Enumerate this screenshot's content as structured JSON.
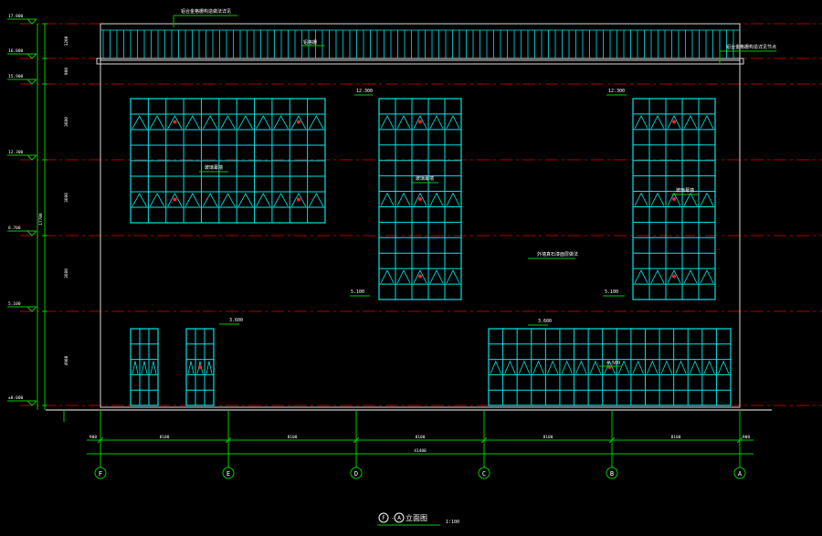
{
  "drawing": {
    "title_label": "立面图",
    "title_axes": [
      "F",
      "A"
    ],
    "scale": "1:100"
  },
  "colors": {
    "background": "#000000",
    "wall_outline": "#d8d8d8",
    "glass_grid": "#00e5e5",
    "dimension": "#00c800",
    "axis_line": "#b00000",
    "annotation": "#ffffff",
    "marker": "#ff2020"
  },
  "grid_axes": [
    "F",
    "E",
    "D",
    "C",
    "B",
    "A"
  ],
  "level_labels": [
    "17.800",
    "16.800",
    "15.900",
    "12.300",
    "8.700",
    "5.100",
    "±0.000"
  ],
  "vertical_dims": [
    "1200",
    "900",
    "3600",
    "3600",
    "3600",
    "4900",
    "17700"
  ],
  "horizontal_dims": {
    "left_end": "900",
    "bays": [
      "8100",
      "8100",
      "8100",
      "8100",
      "8100"
    ],
    "right_end": "900",
    "total": "41400"
  },
  "notes": {
    "roof_top": "铝合金格栅构造做法详见",
    "roof_right": "铝合金格栅构造详见节点",
    "parapet": "铝格栅",
    "curtain_left": "玻璃幕墙",
    "curtain_mid": "玻璃幕墙",
    "curtain_right": "玻璃幕墙",
    "wall_center": "外墙真石漆面层做法",
    "window_tag_1": "3.600",
    "window_tag_2": "12.300",
    "window_tag_3": "12.300",
    "window_tag_4": "5.100",
    "window_tag_5": "5.100",
    "door_tag": "3.600",
    "door_mid_tag": "4.500"
  }
}
